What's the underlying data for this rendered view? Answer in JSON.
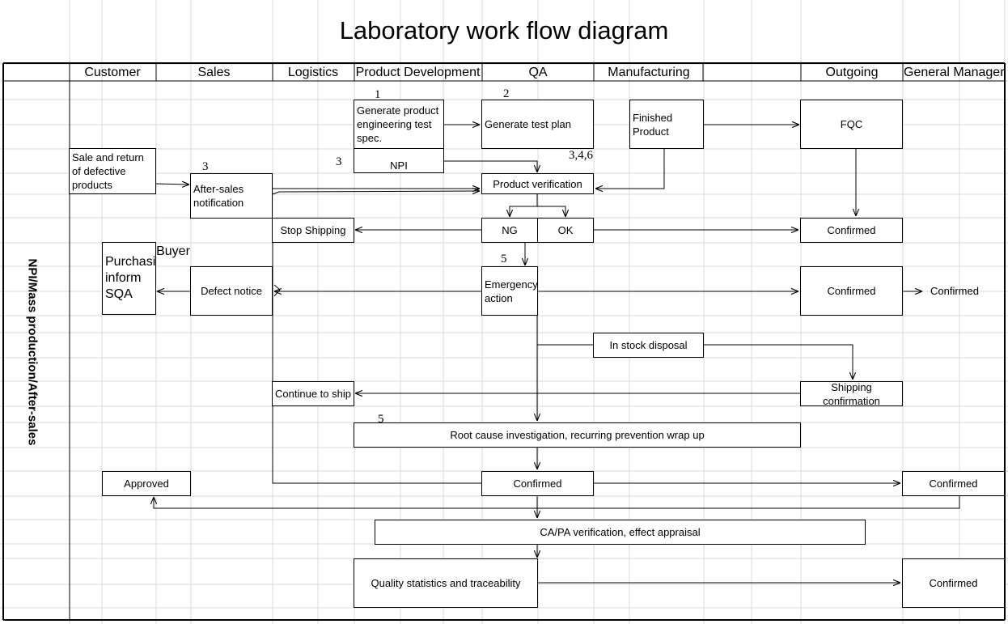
{
  "title": "Laboratory work flow diagram",
  "side_label": "NPI/Mass production/After-sales",
  "lanes": [
    "Customer",
    "Sales",
    "Logistics",
    "Product Development",
    "QA",
    "Manufacturing",
    "Outgoing",
    "General Manager"
  ],
  "steps": {
    "n1": "1",
    "n2": "2",
    "n3a": "3",
    "n3b": "3",
    "n346": "3,4,6",
    "n5a": "5",
    "n5b": "5"
  },
  "nodes": {
    "gen_spec": "Generate product engineering test spec.",
    "npi": "NPI",
    "test_plan": "Generate test plan",
    "finished": "Finished Product",
    "fqc": "FQC",
    "sale_return": "Sale and return of defective products",
    "after_sales": "After-sales notification",
    "product_verification": "Product verification",
    "stop_shipping": "Stop Shipping",
    "ng": "NG",
    "ok": "OK",
    "confirmed_1": "Confirmed",
    "purchasing": "Purchasing inform SQA",
    "buyer": "Buyer",
    "defect_notice": "Defect notice",
    "emergency": "Emergency action",
    "confirmed_2": "Confirmed",
    "confirmed_gm1": "Confirmed",
    "in_stock": "In stock disposal",
    "continue_ship": "Continue to ship",
    "shipping_conf": "Shipping confirmation",
    "root_cause": "Root cause investigation, recurring prevention wrap up",
    "approved": "Approved",
    "confirmed_qa": "Confirmed",
    "confirmed_gm2": "Confirmed",
    "capa": "CA/PA verification,  effect appraisal",
    "quality_stats": "Quality statistics and traceability",
    "confirmed_gm3": "Confirmed"
  },
  "colors": {
    "grid": "#d9d9d9",
    "line": "#000000"
  }
}
